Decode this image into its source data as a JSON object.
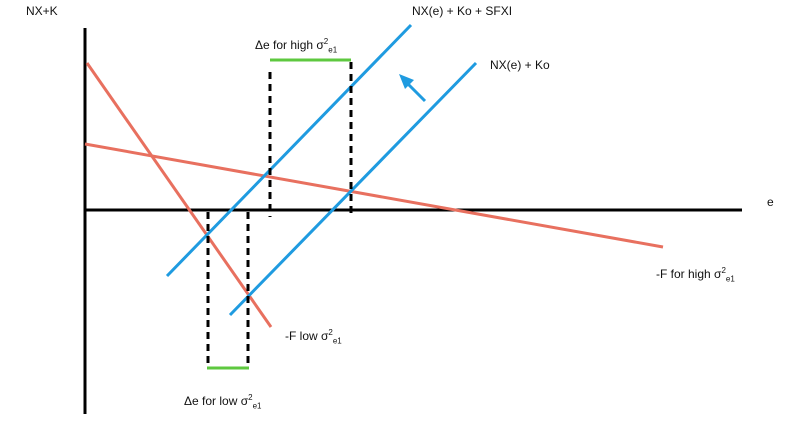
{
  "colors": {
    "axis": "#000000",
    "blue_line": "#1f9be0",
    "red_line": "#e8705f",
    "green_bracket": "#5ec83f",
    "dashed": "#000000",
    "text": "#111111"
  },
  "axes": {
    "y_label": "NX+K",
    "x_label": "e"
  },
  "lines": {
    "shifted": {
      "label": "NX(e) + Ko + SFXI"
    },
    "base": {
      "label": "NX(e) + Ko"
    },
    "shift_arrow_icon": "arrow-up-left-icon"
  },
  "curves": {
    "f_high": {
      "label_main": "-F for high σ",
      "sup": "2",
      "sub": "e1"
    },
    "f_low": {
      "label_main": "-F low σ",
      "sup": "2",
      "sub": "e1"
    }
  },
  "brackets": {
    "high": {
      "label_main": "Δe for high σ",
      "sup": "2",
      "sub": "e1"
    },
    "low": {
      "label_main": "Δe for low σ",
      "sup": "2",
      "sub": "e1"
    }
  }
}
